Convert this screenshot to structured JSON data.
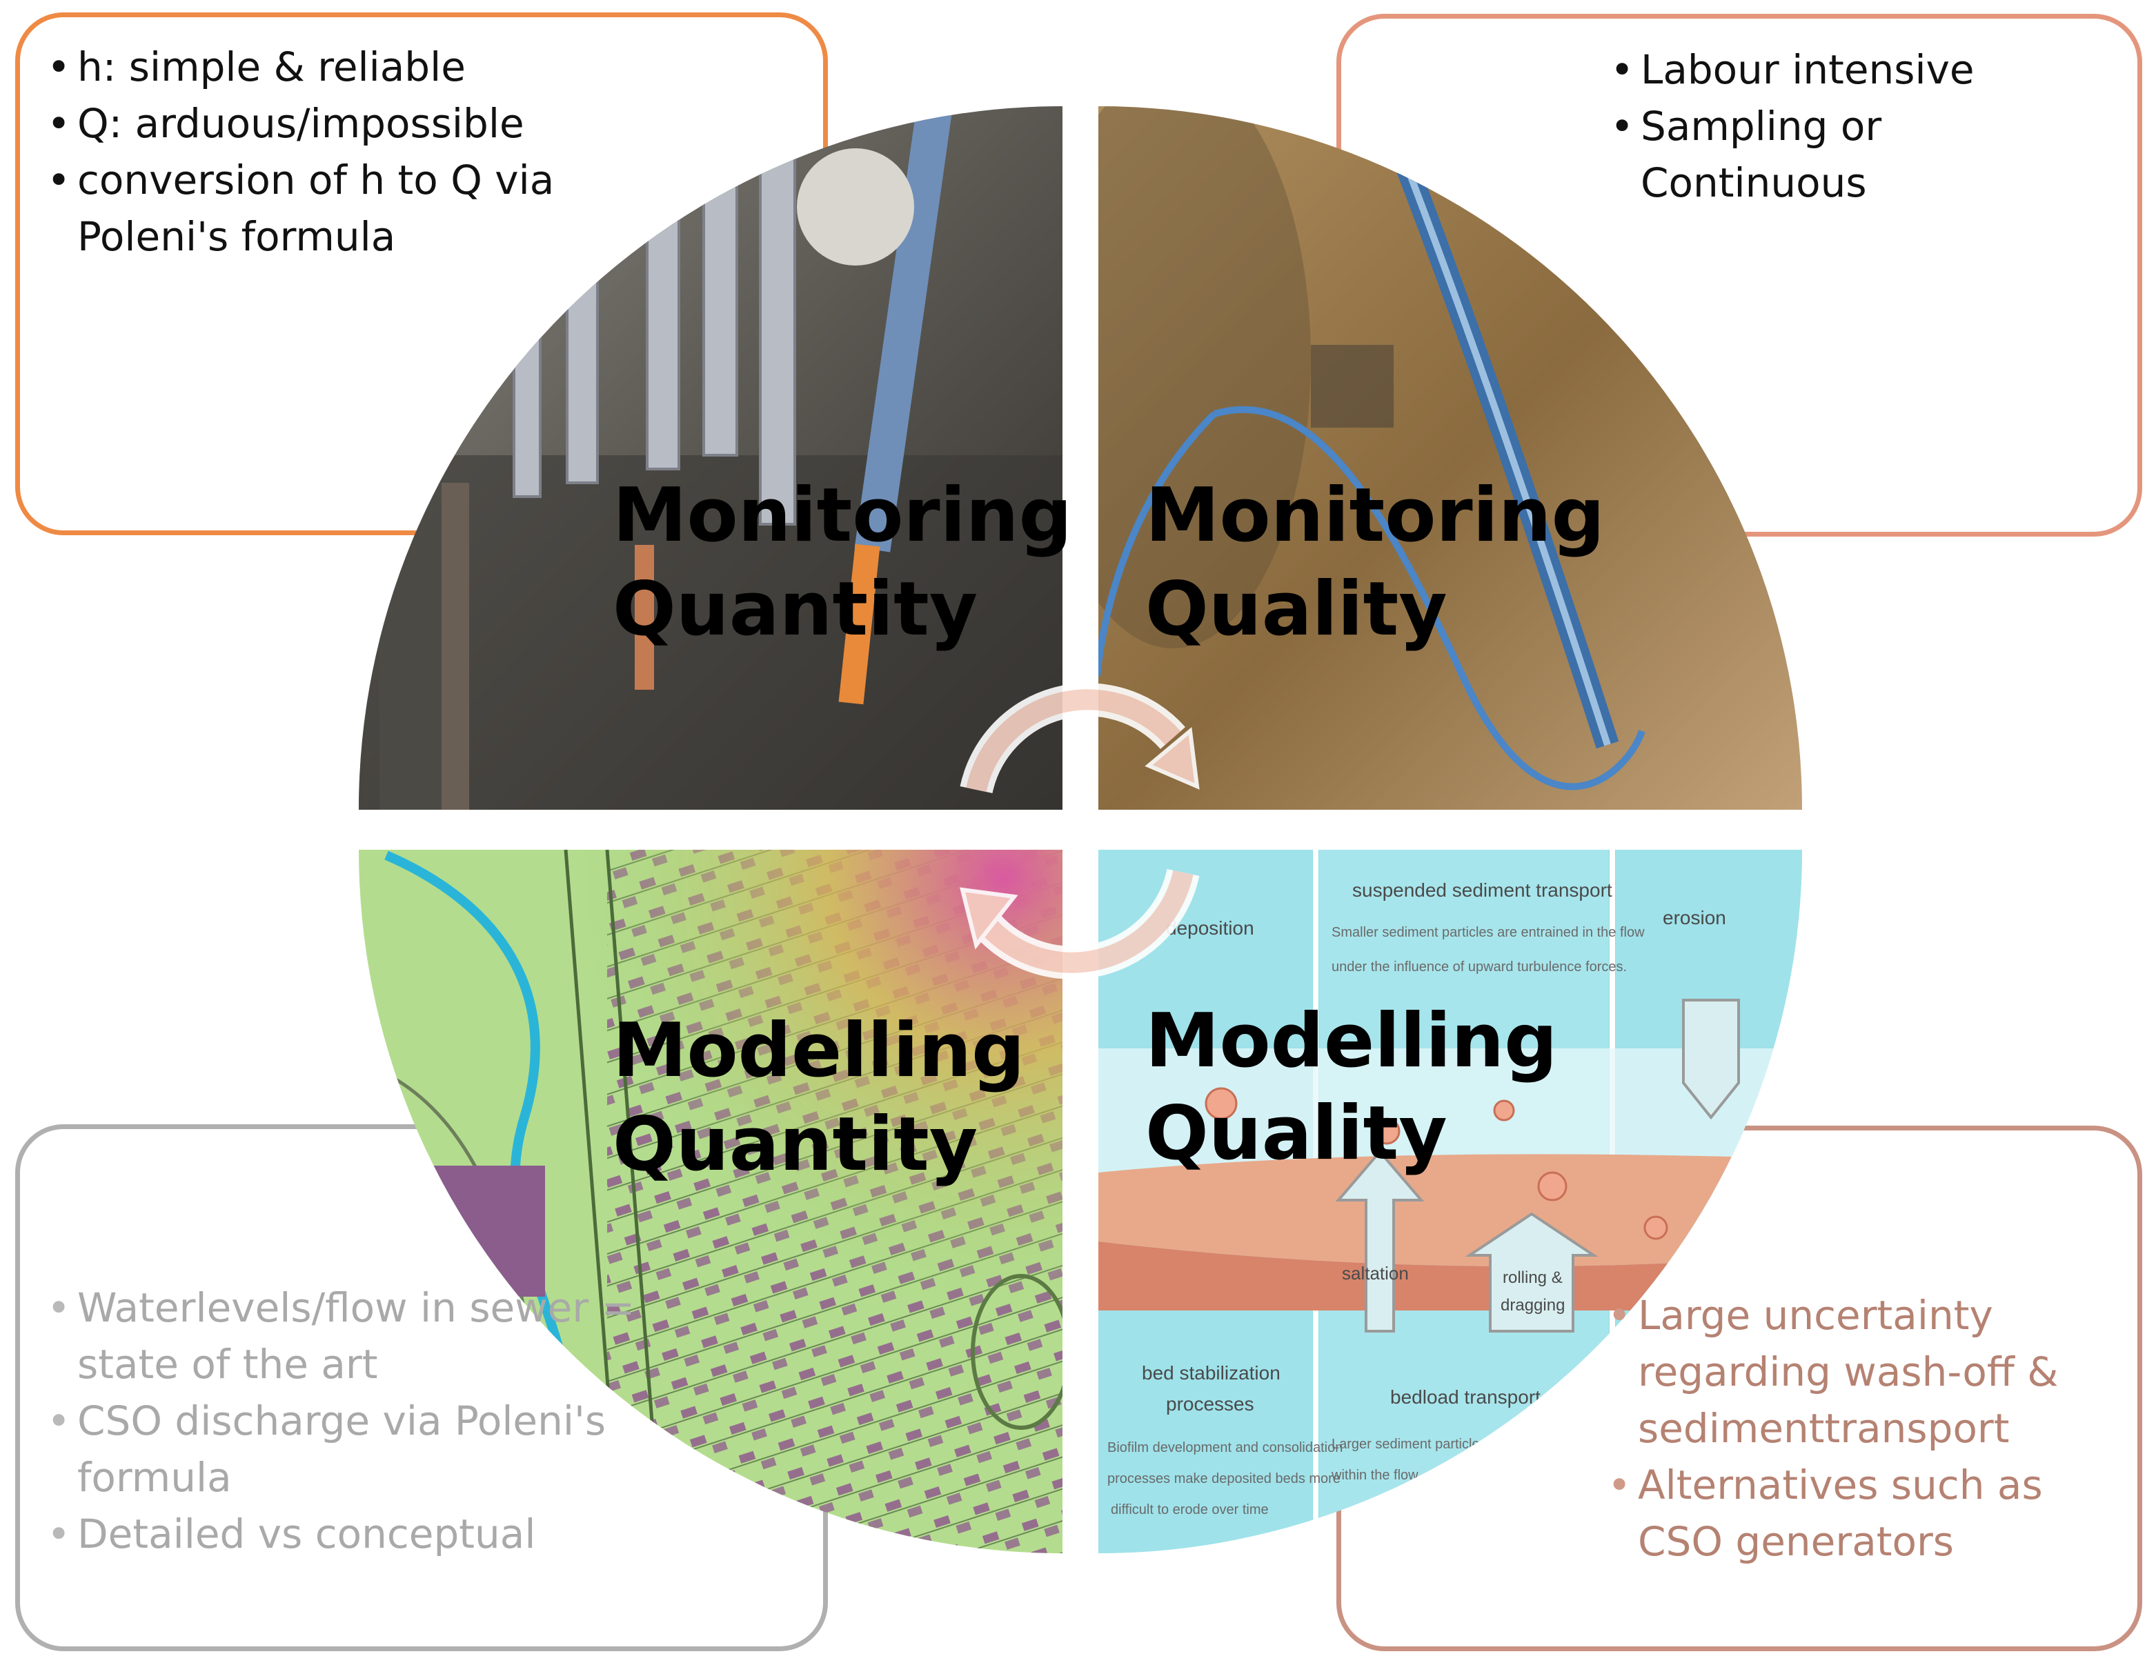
{
  "quadrants": {
    "monitoring_quantity": {
      "line1": "Monitoring",
      "line2": "Quantity"
    },
    "monitoring_quality": {
      "line1": "Monitoring",
      "line2": "Quality"
    },
    "modelling_quantity": {
      "line1": "Modelling",
      "line2": "Quantity"
    },
    "modelling_quality": {
      "line1": "Modelling",
      "line2": "Quality"
    }
  },
  "photo_labels": {
    "deposition": "deposition",
    "suspended_title": "suspended sediment transport",
    "suspended_desc_1": "Smaller sediment particles are entrained in the flow",
    "suspended_desc_2": "under the influence of upward turbulence forces.",
    "erosion": "erosion",
    "saltation": "saltation",
    "rolling_1": "rolling &",
    "rolling_2": "dragging",
    "bed_stab_1": "bed stabilization",
    "bed_stab_2": "processes",
    "bed_stab_desc_1": "Biofilm development and consolidation",
    "bed_stab_desc_2": "processes make deposited beds more",
    "bed_stab_desc_3": "difficult to erode over time",
    "bedload": "bedload transport",
    "bedload_desc_1": "Larger sediment particles",
    "bedload_desc_2": "within the flow"
  },
  "boxes": {
    "top_left": {
      "items": [
        "h: simple & reliable",
        "Q: arduous/impossible",
        "conversion of h to Q via Poleni's formula"
      ],
      "color": "#ef8a45"
    },
    "top_right": {
      "items": [
        "Labour intensive",
        "Sampling  or Continuous"
      ],
      "color": "#e4967c"
    },
    "bottom_left": {
      "items": [
        "Waterlevels/flow in sewer = state of the art",
        "CSO discharge via Poleni's formula",
        "Detailed vs conceptual"
      ],
      "color": "#b0b0b0"
    },
    "bottom_right": {
      "items": [
        "Large uncertainty regarding wash-off & sedimenttransport",
        "Alternatives such as CSO generators"
      ],
      "color": "#c99282"
    }
  },
  "icons": {
    "cycle": "circular-arrows-icon"
  }
}
